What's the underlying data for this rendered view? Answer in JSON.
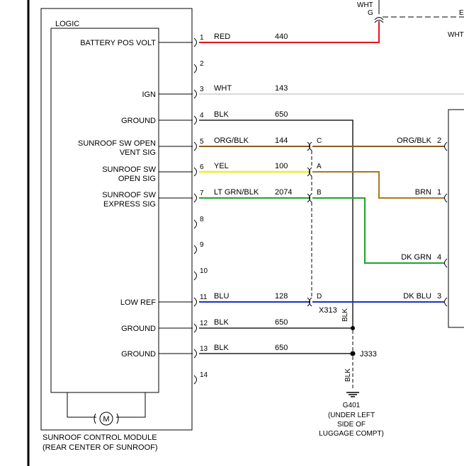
{
  "module": {
    "section_label": "LOGIC",
    "title_line1": "SUNROOF CONTROL MODULE",
    "title_line2": "(REAR CENTER OF SUNROOF)",
    "motor_symbol": "M",
    "pin_labels": [
      {
        "pin": "1",
        "text": "BATTERY POS VOLT",
        "text2": ""
      },
      {
        "pin": "3",
        "text": "IGN",
        "text2": ""
      },
      {
        "pin": "4",
        "text": "GROUND",
        "text2": ""
      },
      {
        "pin": "5",
        "text": "SUNROOF SW OPEN",
        "text2": "VENT SIG"
      },
      {
        "pin": "6",
        "text": "SUNROOF SW",
        "text2": "OPEN SIG"
      },
      {
        "pin": "7",
        "text": "SUNROOF SW",
        "text2": "EXPRESS SIG"
      },
      {
        "pin": "11",
        "text": "LOW REF",
        "text2": ""
      },
      {
        "pin": "12",
        "text": "GROUND",
        "text2": ""
      },
      {
        "pin": "13",
        "text": "GROUND",
        "text2": ""
      }
    ],
    "pins": [
      "1",
      "2",
      "3",
      "4",
      "5",
      "6",
      "7",
      "8",
      "9",
      "10",
      "11",
      "12",
      "13",
      "14"
    ]
  },
  "wires": [
    {
      "pin": "1",
      "color_name": "RED",
      "circuit": "440",
      "color": "#e0151b"
    },
    {
      "pin": "3",
      "color_name": "WHT",
      "circuit": "143",
      "color": "#cccccc"
    },
    {
      "pin": "4",
      "color_name": "BLK",
      "circuit": "650",
      "color": "#222222"
    },
    {
      "pin": "5",
      "color_name": "ORG/BLK",
      "circuit": "144",
      "color": "#8a5a1e"
    },
    {
      "pin": "6",
      "color_name": "YEL",
      "circuit": "100",
      "color": "#f2ee1c"
    },
    {
      "pin": "7",
      "color_name": "LT GRN/BLK",
      "circuit": "2074",
      "color": "#1fa12b"
    },
    {
      "pin": "11",
      "color_name": "BLU",
      "circuit": "128",
      "color": "#1632c8"
    },
    {
      "pin": "12",
      "color_name": "BLK",
      "circuit": "650",
      "color": "#222222"
    },
    {
      "pin": "13",
      "color_name": "BLK",
      "circuit": "650",
      "color": "#222222"
    }
  ],
  "connector_x313": {
    "name": "X313",
    "cavities": [
      "C",
      "A",
      "B",
      "D"
    ],
    "drop_wire": "BLK"
  },
  "switch_connector": {
    "wires": [
      {
        "color_name": "ORG/BLK",
        "pin": "2"
      },
      {
        "color_name": "BRN",
        "pin": "1"
      },
      {
        "color_name": "DK GRN",
        "pin": "4"
      },
      {
        "color_name": "DK BLU",
        "pin": "3"
      }
    ],
    "brn_color": "#a8781c",
    "dkgrn_color": "#1fa12b"
  },
  "top_right": {
    "wire_label": "WHT",
    "terminal": "G",
    "right_label": "WHT",
    "right_cut": "E"
  },
  "splice": {
    "name": "J333",
    "wire_label": "BLK"
  },
  "ground": {
    "name": "G401",
    "location_line1": "(UNDER LEFT",
    "location_line2": "SIDE OF",
    "location_line3": "LUGGAGE COMPT)"
  }
}
